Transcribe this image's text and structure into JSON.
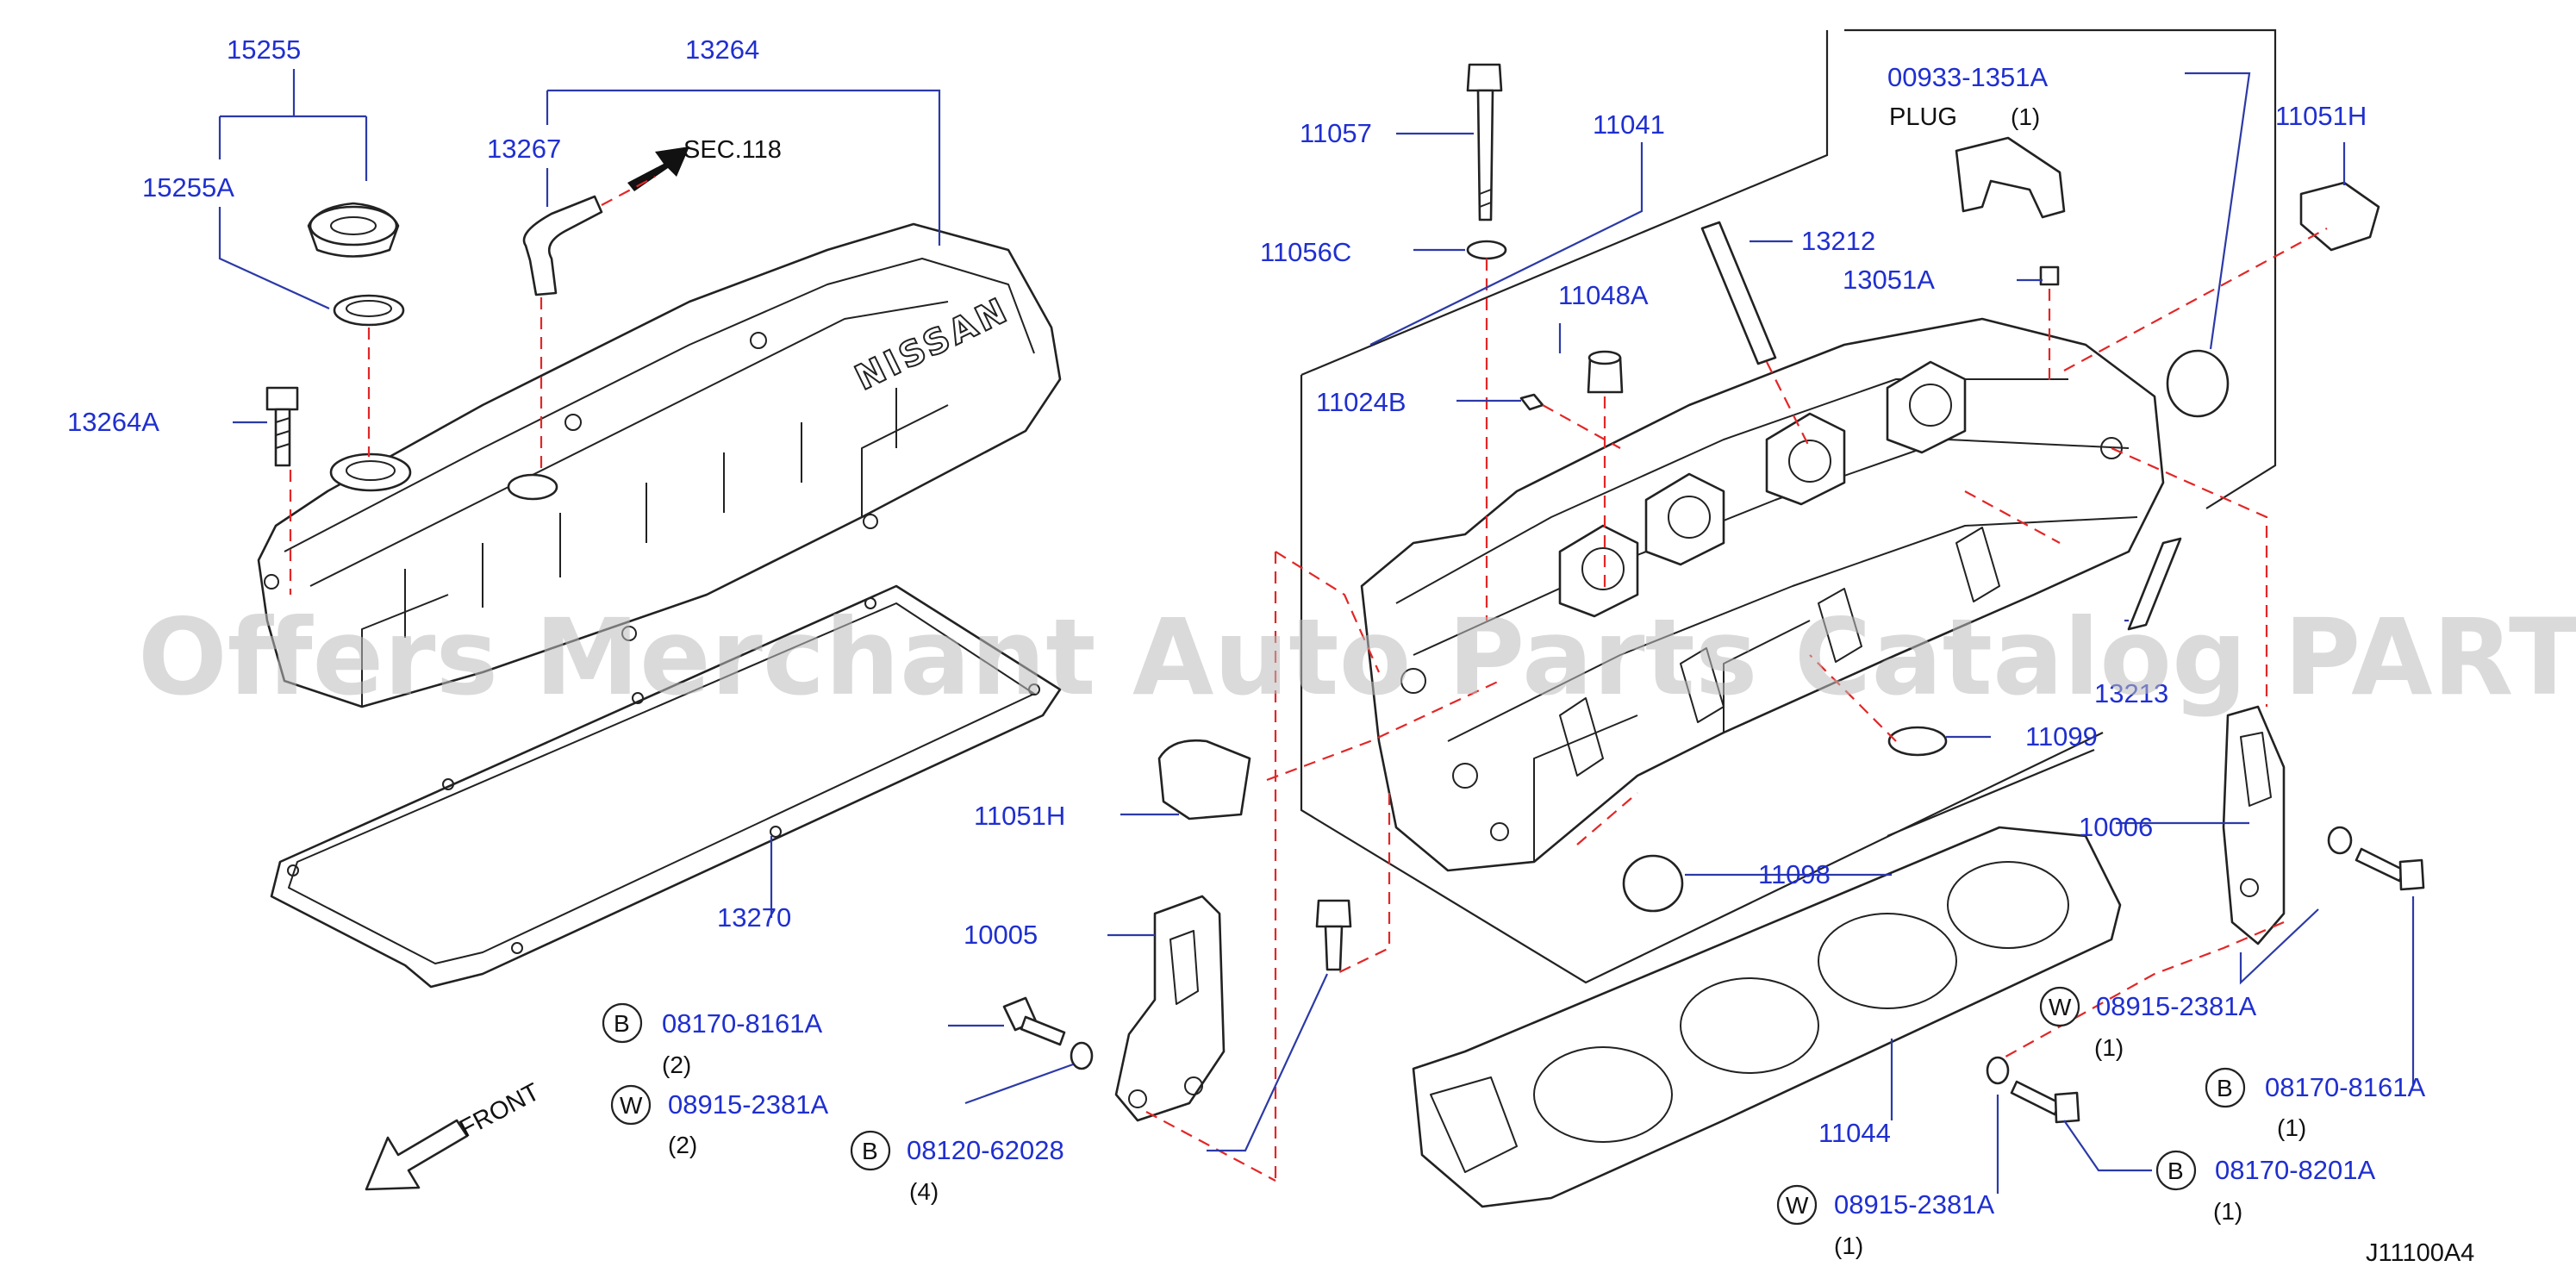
{
  "watermark": "Offers Merchant Auto Parts Catalog PARTSTORE.SA",
  "diagram_code": "J11100A4",
  "front_label": "FRONT",
  "sec_ref": "SEC.118",
  "brand_logo": "NISSAN",
  "plug_label": "PLUG",
  "parts": {
    "p15255": "15255",
    "p15255A": "15255A",
    "p13264": "13264",
    "p13267": "13267",
    "p13264A": "13264A",
    "p13270": "13270",
    "p11057": "11057",
    "p11041": "11041",
    "p11056C": "11056C",
    "p11048A": "11048A",
    "p13212": "13212",
    "p11024B": "11024B",
    "p00933": "00933-1351A",
    "p00933_qty": "(1)",
    "p13051A": "13051A",
    "p11051H_top": "11051H",
    "p11051H_left": "11051H",
    "p13213": "13213",
    "p11099": "11099",
    "p11098": "11098",
    "p10006": "10006",
    "p10005": "10005",
    "p11044": "11044"
  },
  "fasteners": [
    {
      "badge": "B",
      "code": "08170-8161A",
      "qty": "(2)"
    },
    {
      "badge": "W",
      "code": "08915-2381A",
      "qty": "(2)"
    },
    {
      "badge": "B",
      "code": "08120-62028",
      "qty": "(4)"
    },
    {
      "badge": "W",
      "code": "08915-2381A",
      "qty": "(1)"
    },
    {
      "badge": "B",
      "code": "08170-8161A",
      "qty": "(1)"
    },
    {
      "badge": "B",
      "code": "08170-8201A",
      "qty": "(1)"
    },
    {
      "badge": "W",
      "code": "08915-2381A",
      "qty": "(1)"
    }
  ]
}
